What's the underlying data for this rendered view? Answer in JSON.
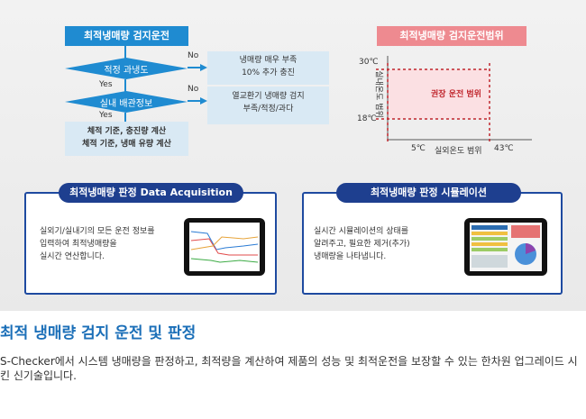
{
  "flow": {
    "header": "최적냉매량 검지운전",
    "decision1": "적정 과냉도",
    "decision2": "실내 배관정보",
    "no1": "No",
    "no2": "No",
    "yes1": "Yes",
    "yes2": "Yes",
    "result1": [
      "냉매량 매우 부족",
      "10% 추가 충진"
    ],
    "result2": [
      "열교환기 냉매량 검지",
      "부족/적정/과다"
    ],
    "calc": [
      "체적 기준, 충진량 계산",
      "체적 기준, 냉매 유량 계산"
    ]
  },
  "range_chart": {
    "header": "최적냉매량 검지운전범위",
    "y_top": "30℃",
    "y_bottom": "18℃",
    "y_label": "실내온도 범위",
    "x_left": "5℃",
    "x_label": "실외온도 범위",
    "x_right": "43℃",
    "zone_label": "권장 운전 범위",
    "colors": {
      "zone": "#fbe0e3",
      "dashed": "#c0262d",
      "header": "#ee8a90"
    }
  },
  "cards": [
    {
      "title": "최적냉매량 판정 Data Acquisition",
      "lines": [
        "실외기/실내기의 모든 운전 정보를",
        "입력하여 최적냉매량을",
        "실시간 연산합니다."
      ]
    },
    {
      "title": "최적냉매량 판정 시뮬레이션",
      "lines": [
        "실시간 시뮬레이션의 상태를",
        "알려주고, 필요한 제거(추가)",
        "냉매량을 나타냅니다."
      ]
    }
  ],
  "main_title": "최적 냉매량 검지 운전 및 판정",
  "description": "S-Checker에서 시스템 냉매량을 판정하고, 최적량을 계산하여 제품의 성능 및 최적운전을 보장할 수 있는 한차원 업그레이드 시킨 신기술입니다.",
  "colors": {
    "blue": "#1f8bd1",
    "navy": "#1e3f8f",
    "title_blue": "#1b6fb8"
  }
}
